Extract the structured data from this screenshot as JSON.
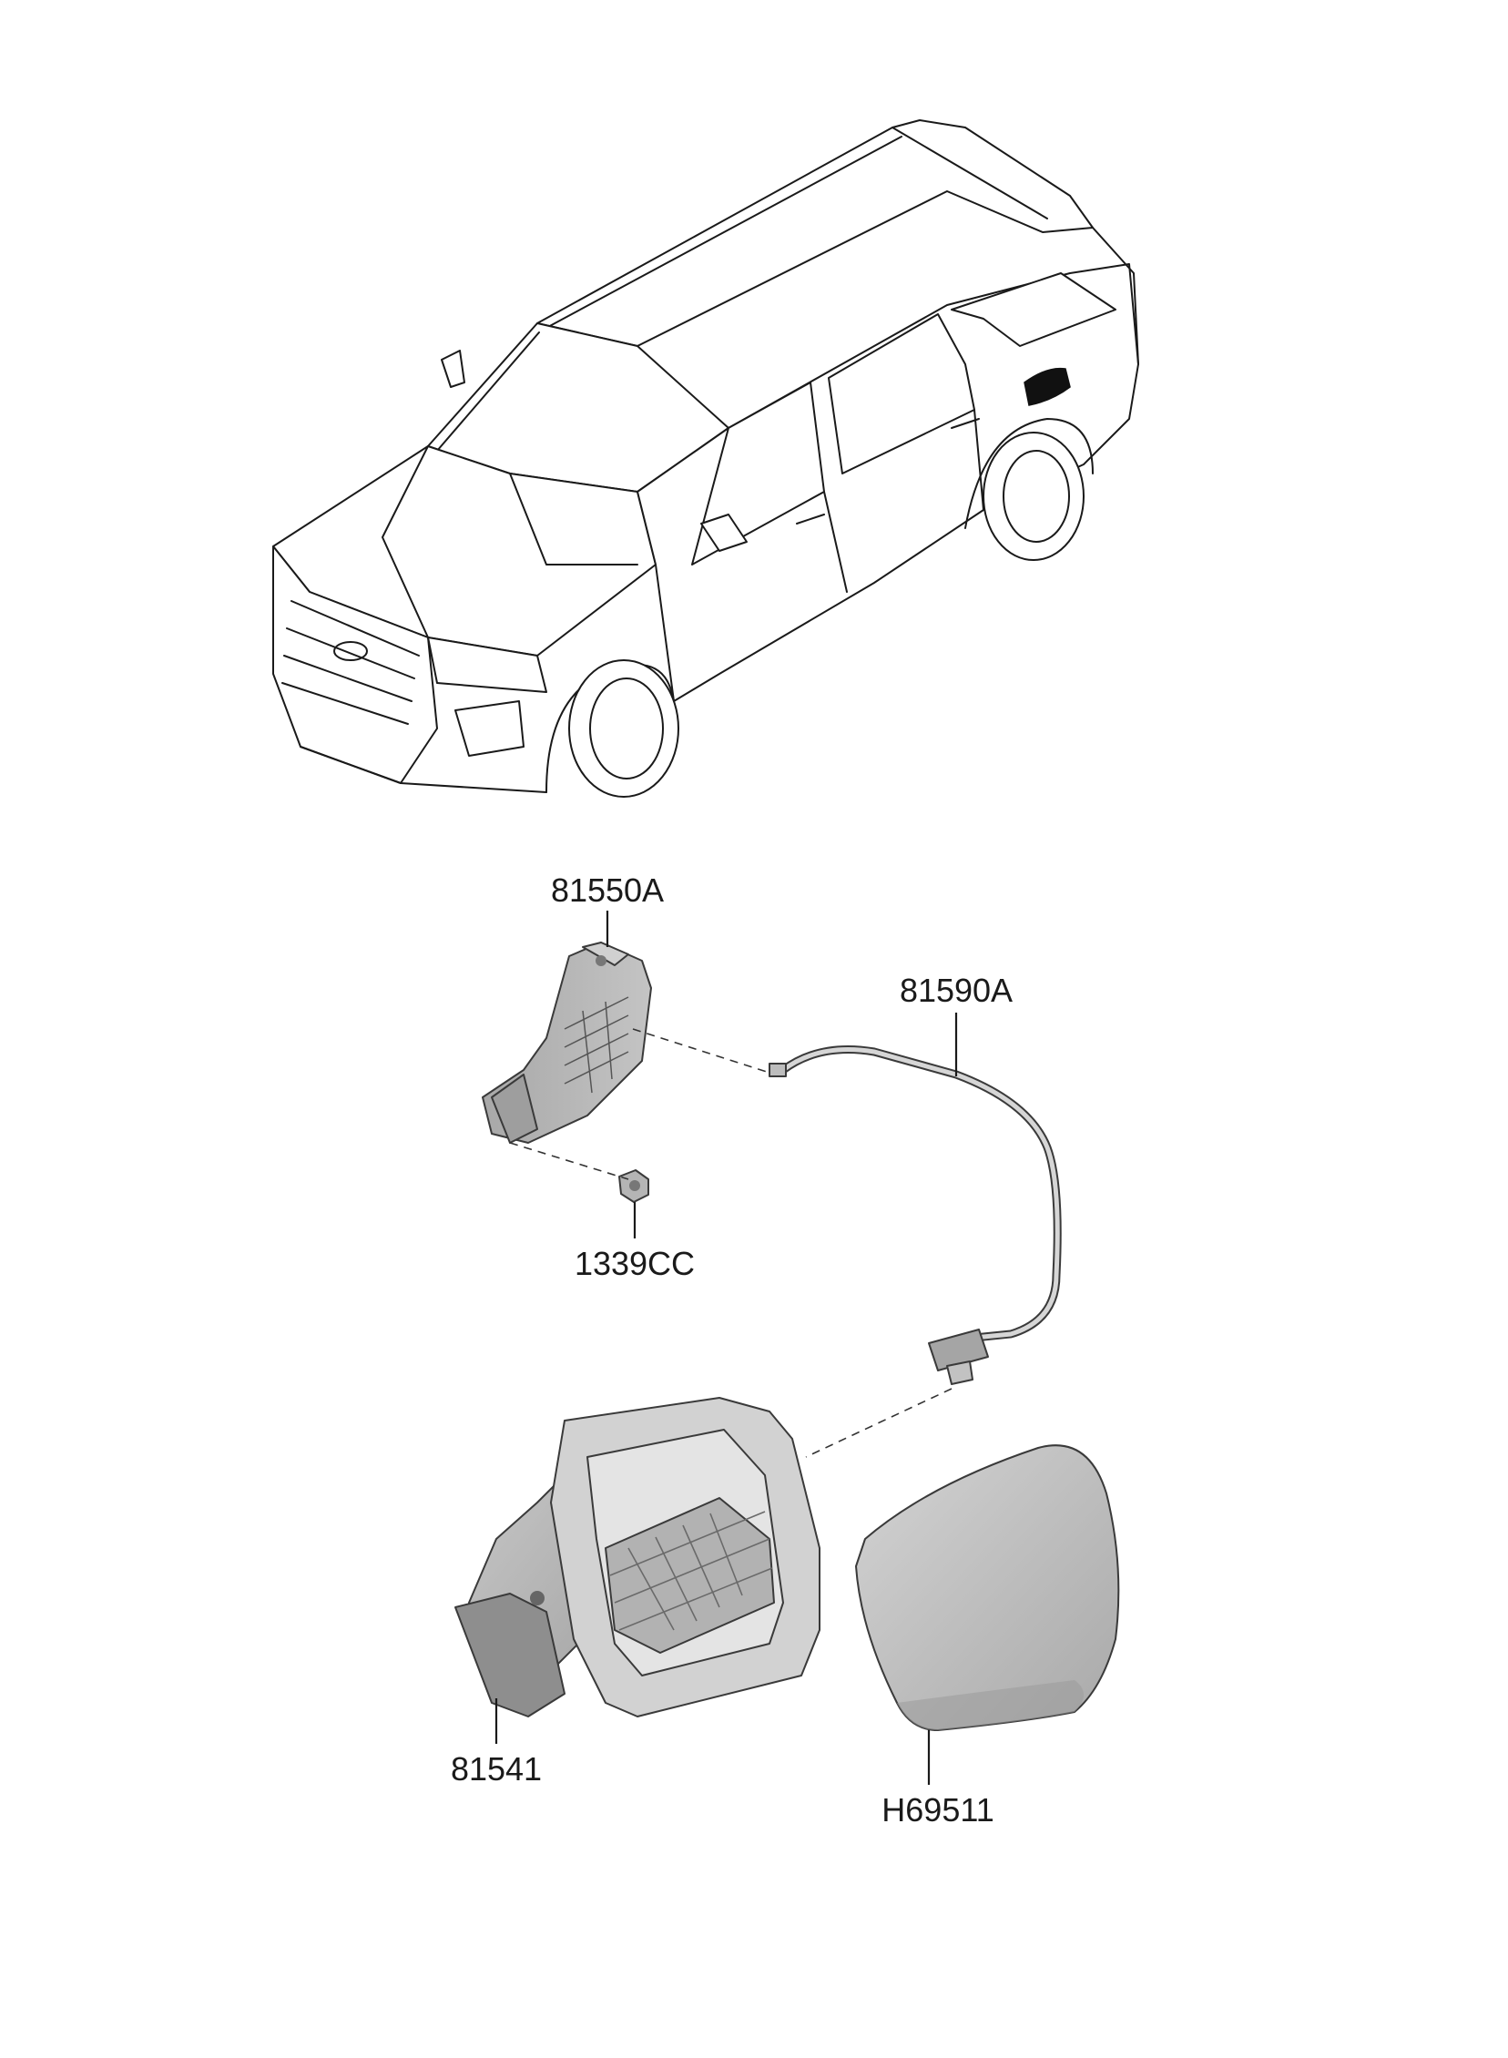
{
  "diagram": {
    "parts": [
      {
        "id": "latch",
        "number": "81550A"
      },
      {
        "id": "cable",
        "number": "81590A"
      },
      {
        "id": "nut",
        "number": "1339CC"
      },
      {
        "id": "housing",
        "number": "81541"
      },
      {
        "id": "fuel-door",
        "number": "H69511"
      }
    ],
    "colors": {
      "line": "#1a1a1a",
      "part_gray": "#bdbdbd",
      "part_dark": "#8a8a8a",
      "highlight": "#111111"
    },
    "icons": {
      "vehicle": "suv-outline",
      "fuel-door-location": "fuel-door-marker"
    }
  }
}
